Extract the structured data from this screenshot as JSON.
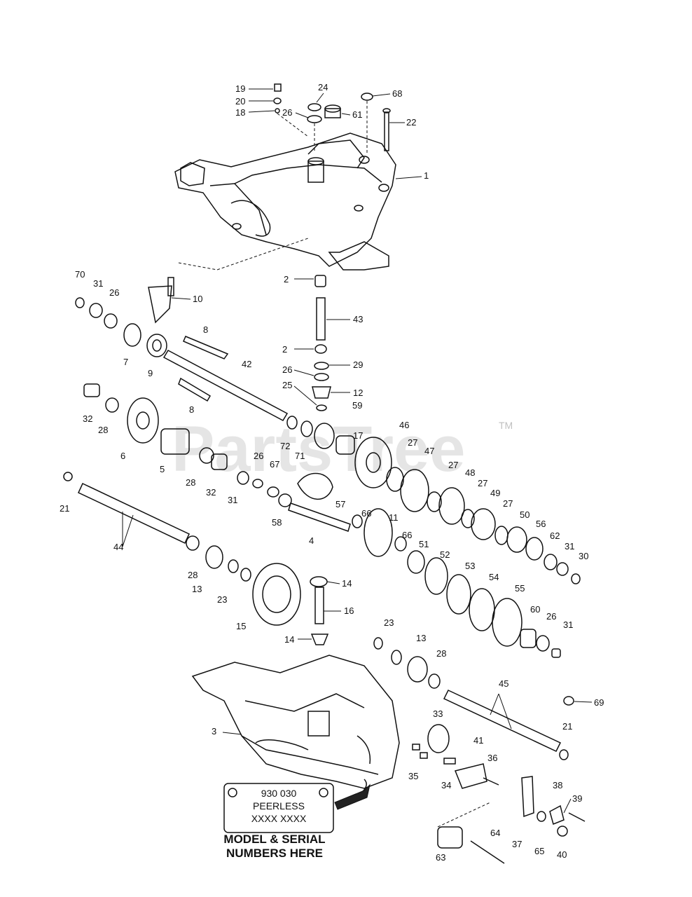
{
  "watermark": {
    "text": "PartsTree",
    "tm": "TM"
  },
  "plate": {
    "line1": "930 030",
    "line2": "PEERLESS",
    "line3": "XXXX XXXX"
  },
  "caption": {
    "line1": "MODEL & SERIAL",
    "line2": "NUMBERS HERE"
  },
  "callouts": {
    "c19": "19",
    "c20": "20",
    "c18": "18",
    "c24": "24",
    "c26a": "26",
    "c61": "61",
    "c68": "68",
    "c22": "22",
    "c1": "1",
    "c2a": "2",
    "c10": "10",
    "c70": "70",
    "c31a": "31",
    "c26b": "26",
    "c7": "7",
    "c9": "9",
    "c8a": "8",
    "c42": "42",
    "c43": "43",
    "c2b": "2",
    "c29": "29",
    "c26c": "26",
    "c25": "25",
    "c12": "12",
    "c8b": "8",
    "c32a": "32",
    "c28a": "28",
    "c6": "6",
    "c59": "59",
    "c17": "17",
    "c46": "46",
    "c72": "72",
    "c71": "71",
    "c27a": "27",
    "c47": "47",
    "c5": "5",
    "c28b": "28",
    "c32b": "32",
    "c31b": "31",
    "c26d": "26",
    "c67": "67",
    "c57": "57",
    "c27b": "27",
    "c48": "48",
    "c27c": "27",
    "c49": "49",
    "c27d": "27",
    "c50": "50",
    "c56": "56",
    "c62": "62",
    "c31c": "31",
    "c30": "30",
    "c21a": "21",
    "c44": "44",
    "c58": "58",
    "c4": "4",
    "c66a": "66",
    "c11": "11",
    "c66b": "66",
    "c51": "51",
    "c52": "52",
    "c53": "53",
    "c54": "54",
    "c55": "55",
    "c28c": "28",
    "c13a": "13",
    "c23a": "23",
    "c14a": "14",
    "c16": "16",
    "c15": "15",
    "c14b": "14",
    "c60": "60",
    "c26e": "26",
    "c31d": "31",
    "c23b": "23",
    "c13b": "13",
    "c28d": "28",
    "c45": "45",
    "c69": "69",
    "c3": "3",
    "c33": "33",
    "c41": "41",
    "c36": "36",
    "c21b": "21",
    "c35": "35",
    "c34": "34",
    "c38": "38",
    "c39": "39",
    "c37": "37",
    "c65": "65",
    "c40": "40",
    "c64": "64",
    "c63": "63"
  }
}
